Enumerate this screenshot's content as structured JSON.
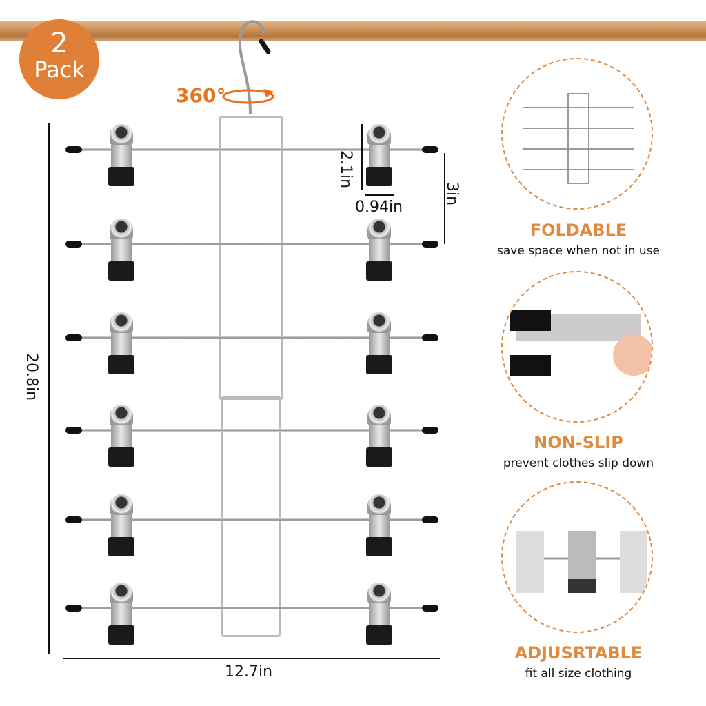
{
  "badge": {
    "number": "2",
    "label": "Pack"
  },
  "rotation": {
    "label": "360°"
  },
  "dimensions": {
    "height": "20.8in",
    "width": "12.7in",
    "clip_height": "2.1in",
    "clip_width": "0.94in",
    "bar_spacing": "3in"
  },
  "features": [
    {
      "title": "FOLDABLE",
      "subtitle": "save space when not in use"
    },
    {
      "title": "NON-SLIP",
      "subtitle": "prevent clothes slip down"
    },
    {
      "title": "ADJUSRTABLE",
      "subtitle": "fit all size clothing"
    }
  ],
  "colors": {
    "accent": "#e07f36",
    "rod": "#c98f55"
  }
}
